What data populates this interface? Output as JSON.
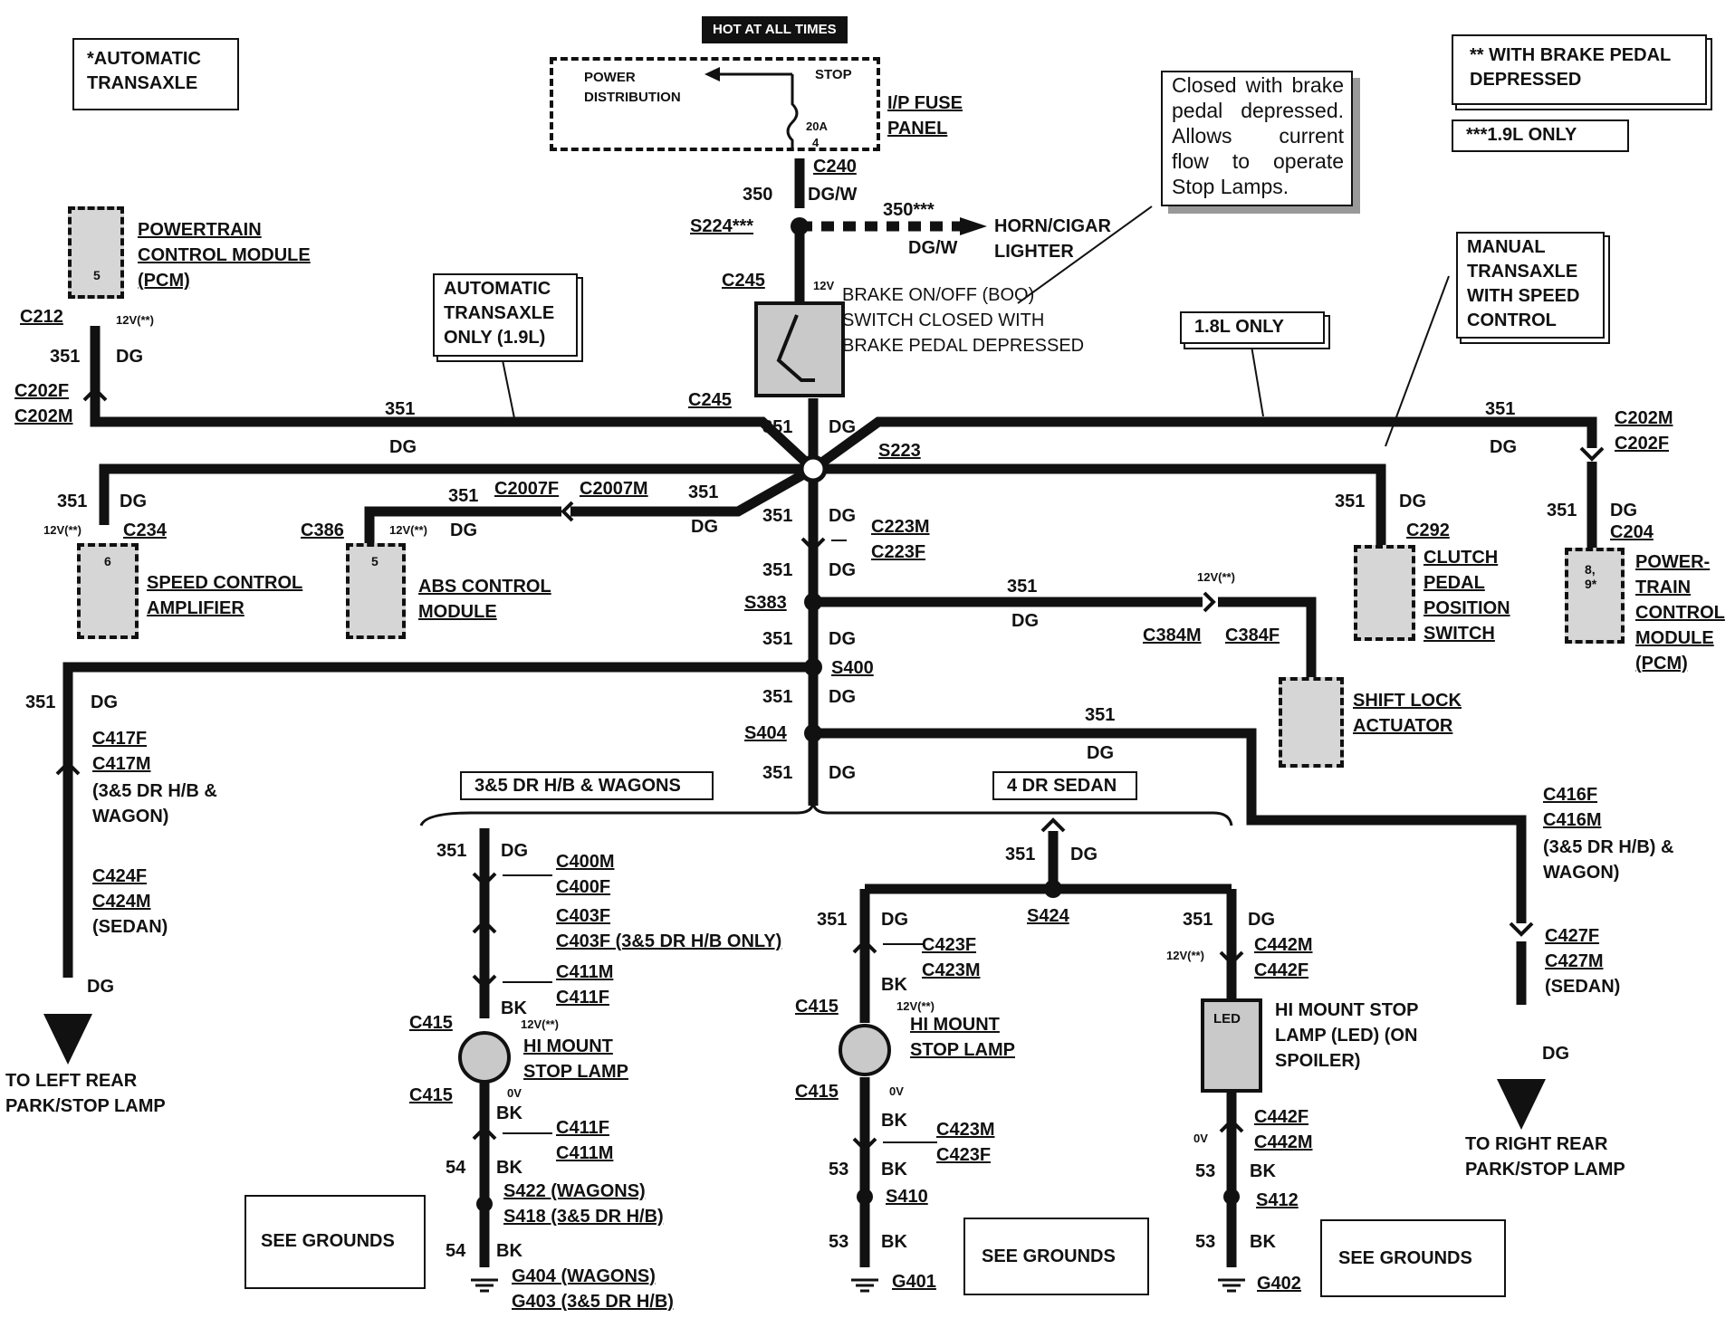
{
  "hot_banner": "HOT AT ALL TIMES",
  "notes": {
    "automatic_transaxle": "*AUTOMATIC TRANSAXLE",
    "with_brake_pedal": "** WITH BRAKE PEDAL DEPRESSED",
    "l19_only": "***1.9L ONLY",
    "closed_note": "Closed with brake pedal depressed. Allows current flow to operate Stop Lamps.",
    "auto_1_9": "AUTOMATIC TRANSAXLE ONLY (1.9L)",
    "l18_only": "1.8L ONLY",
    "manual_speed": "MANUAL TRANSAXLE WITH SPEED CONTROL",
    "see_grounds": "SEE GROUNDS"
  },
  "fuse_panel": {
    "power_distribution": "POWER DISTRIBUTION",
    "stop": "STOP",
    "fuse": "20A",
    "fuse_num": "4",
    "name": "I/P FUSE PANEL"
  },
  "labels": {
    "c240": "C240",
    "w350": "350",
    "dgw": "DG/W",
    "s224": "S224***",
    "w350b": "350***",
    "dgw2": "DG/W",
    "horn": "HORN/CIGAR LIGHTER",
    "c245a": "C245",
    "v12": "12V",
    "boo": "BRAKE ON/OFF (BOO) SWITCH CLOSED WITH BRAKE PEDAL DEPRESSED",
    "c245b": "C245",
    "w351": "351",
    "dg": "DG",
    "s223": "S223",
    "pcm_left": "POWERTRAIN CONTROL MODULE (PCM)",
    "pcm_pin": "5",
    "c212": "C212",
    "v12s": "12V(**)",
    "c202f": "C202F",
    "c202m": "C202M",
    "c202m_r": "C202M",
    "c202f_r": "C202F",
    "c204": "C204",
    "pcm_right": "POWER-TRAIN CONTROL MODULE (PCM)",
    "pcm_right_pins": "8, 9*",
    "c234": "C234",
    "spd_amp": "SPEED CONTROL AMPLIFIER",
    "spd_pin": "6",
    "c386": "C386",
    "abs": "ABS CONTROL MODULE",
    "abs_pin": "5",
    "c2007f": "C2007F",
    "c2007m": "C2007M",
    "c223m": "C223M",
    "c223f": "C223F",
    "c292": "C292",
    "clutch": "CLUTCH PEDAL POSITION SWITCH",
    "s383": "S383",
    "c384m": "C384M",
    "c384f": "C384F",
    "shift": "SHIFT LOCK ACTUATOR",
    "s400": "S400",
    "s404": "S404",
    "c417f": "C417F",
    "c417m": "C417M",
    "hb_wagon": "(3&5 DR H/B & WAGON)",
    "c424f": "C424F",
    "c424m": "C424M",
    "sedan": "(SEDAN)",
    "left_rear": "TO LEFT REAR PARK/STOP LAMP",
    "c416f": "C416F",
    "c416m": "C416M",
    "hb_wagon2": "(3&5 DR H/B) & WAGON)",
    "c427f": "C427F",
    "c427m": "C427M",
    "sedan2": "(SEDAN)",
    "right_rear": "TO RIGHT REAR PARK/STOP LAMP",
    "hb_wagons_box": "3&5 DR H/B & WAGONS",
    "sedan_box": "4 DR SEDAN",
    "c400m": "C400M",
    "c400f": "C400F",
    "c403f": "C403F",
    "c403f2": "C403F (3&5 DR H/B ONLY)",
    "c411m": "C411M",
    "c411f": "C411F",
    "bk": "BK",
    "c415": "C415",
    "hi_mount": "HI MOUNT STOP LAMP",
    "v0": "0V",
    "c411f2": "C411F",
    "c411m2": "C411M",
    "w54": "54",
    "s422": "S422 (WAGONS)",
    "s418": "S418 (3&5 DR H/B)",
    "g404": "G404 (WAGONS)",
    "g403": "G403 (3&5 DR H/B)",
    "s424": "S424",
    "c423f": "C423F",
    "c423m": "C423M",
    "w53": "53",
    "s410": "S410",
    "g401": "G401",
    "c442m": "C442M",
    "c442f": "C442F",
    "hi_mount_led": "HI MOUNT STOP LAMP (LED) (ON SPOILER)",
    "led": "LED",
    "s412": "S412",
    "g402": "G402"
  }
}
